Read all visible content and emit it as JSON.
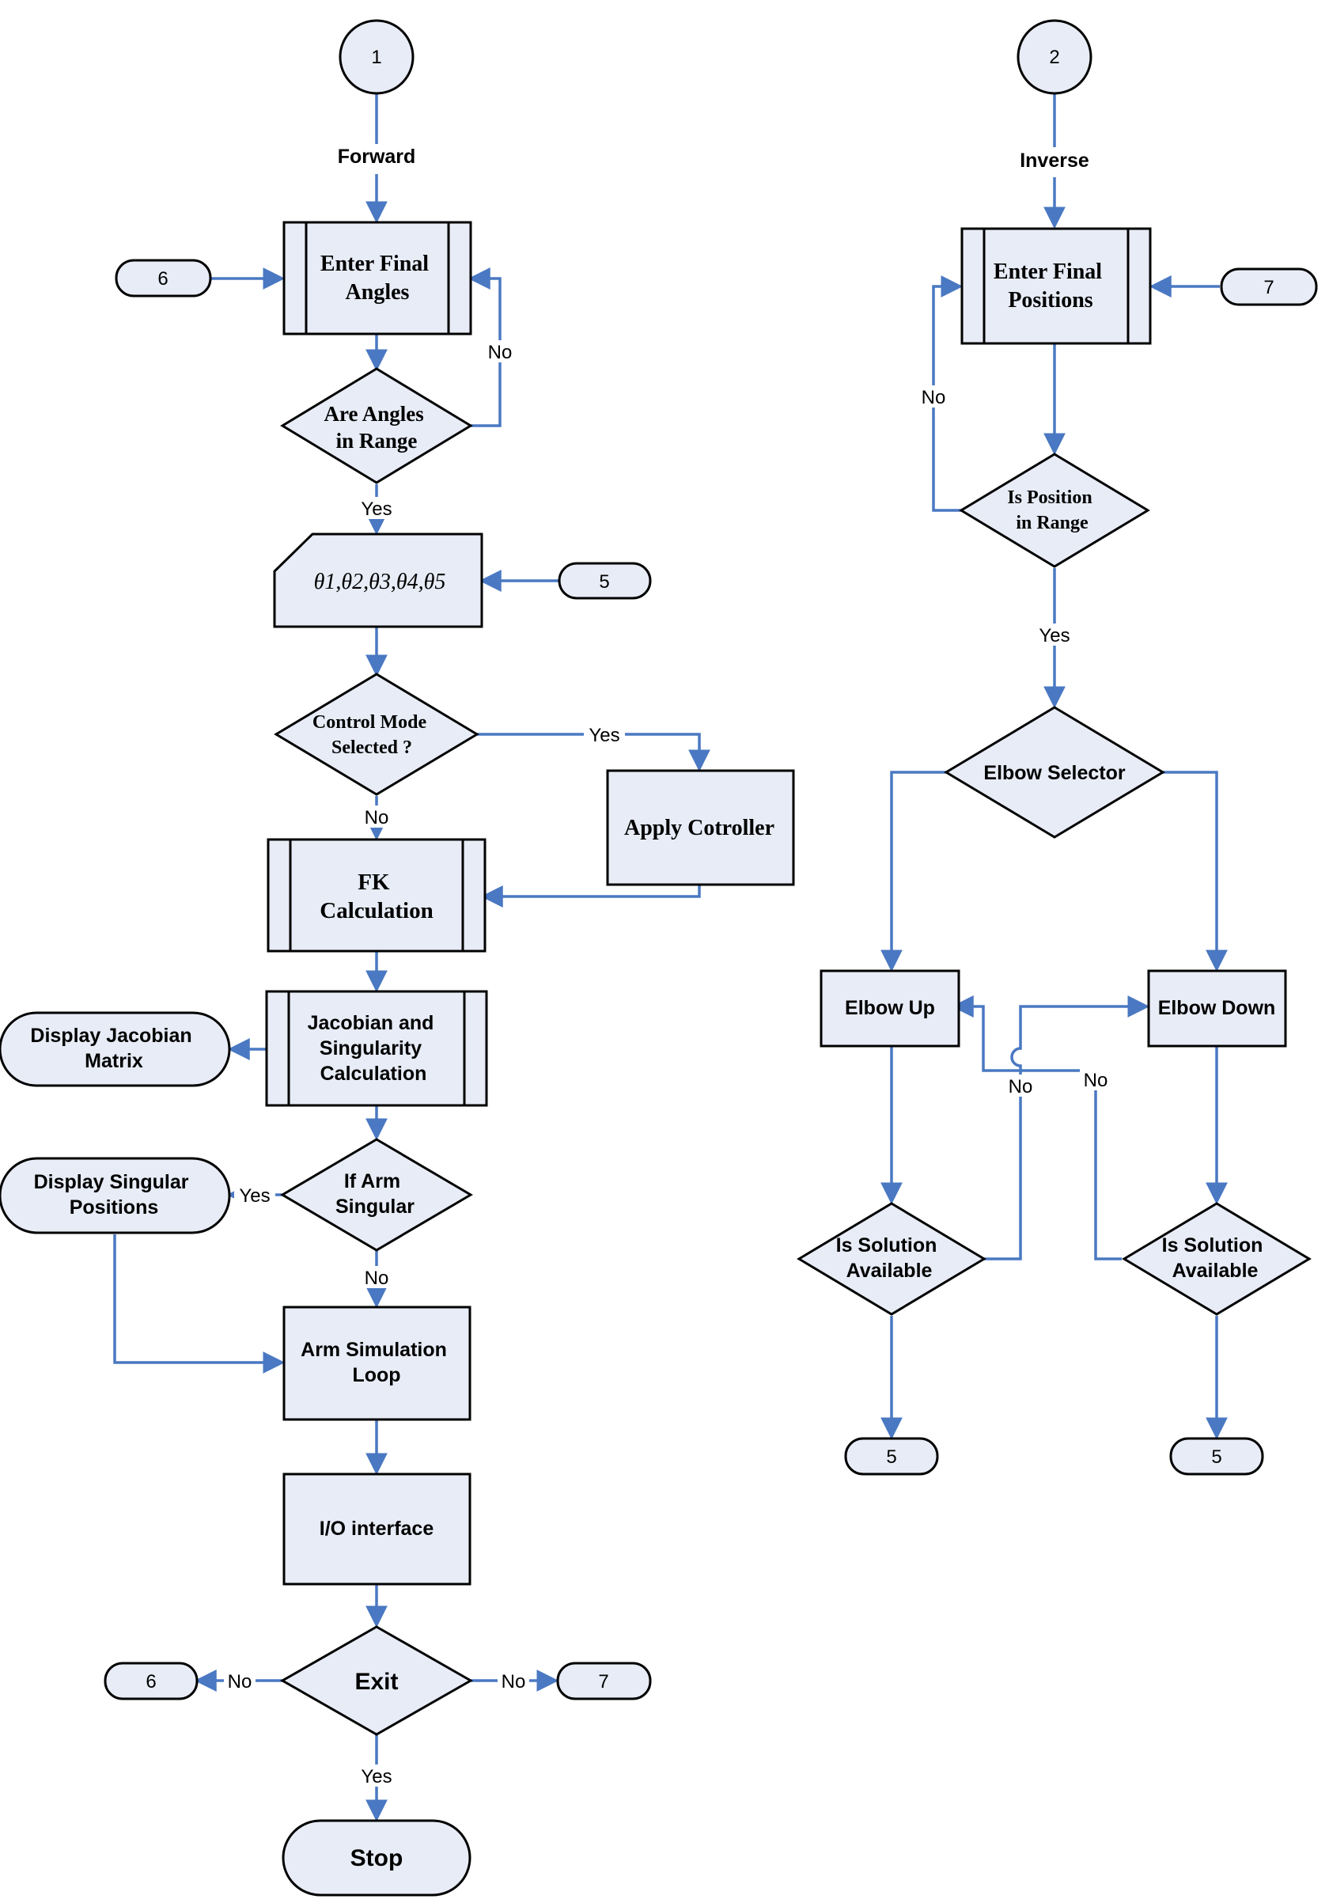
{
  "connectors": {
    "c1": "1",
    "c2": "2",
    "c6_top": "6",
    "c7_top": "7",
    "c5_mid": "5",
    "c5_left_bottom": "5",
    "c5_right_bottom": "5",
    "c6_bottom": "6",
    "c7_bottom": "7"
  },
  "left": {
    "forward": "Forward",
    "enter_angles": [
      "Enter Final",
      "Angles"
    ],
    "angles_range": [
      "Are Angles",
      "in Range"
    ],
    "thetas": "θ1,θ2,θ3,θ4,θ5",
    "control_mode": [
      "Control Mode",
      "Selected ?"
    ],
    "apply_controller": "Apply Cotroller",
    "fk": [
      "FK",
      "Calculation"
    ],
    "jacobian": [
      "Jacobian and",
      "Singularity",
      "Calculation"
    ],
    "display_jacobian": [
      "Display Jacobian",
      "Matrix"
    ],
    "arm_singular": [
      "If Arm",
      "Singular"
    ],
    "display_singular": [
      "Display Singular",
      "Positions"
    ],
    "arm_sim": [
      "Arm Simulation",
      "Loop"
    ],
    "io": "I/O interface",
    "exit": "Exit",
    "stop": "Stop"
  },
  "right": {
    "inverse": "Inverse",
    "enter_positions": [
      "Enter Final",
      "Positions"
    ],
    "position_range": [
      "Is Position",
      "in Range"
    ],
    "elbow_selector": "Elbow Selector",
    "elbow_up": "Elbow Up",
    "elbow_down": "Elbow Down",
    "solution_left": [
      "Is Solution",
      "Available"
    ],
    "solution_right": [
      "Is Solution",
      "Available"
    ]
  },
  "edges": {
    "no_angles": "No",
    "yes_angles": "Yes",
    "yes_control": "Yes",
    "no_control": "No",
    "yes_singular": "Yes",
    "no_singular": "No",
    "no_exit_left": "No",
    "no_exit_right": "No",
    "yes_exit": "Yes",
    "no_position": "No",
    "yes_position": "Yes",
    "no_solution_left": "No",
    "no_solution_right": "No"
  },
  "colors": {
    "fill": "#e7ecf6",
    "stroke": "#000000",
    "arrow": "#4a78c2"
  }
}
